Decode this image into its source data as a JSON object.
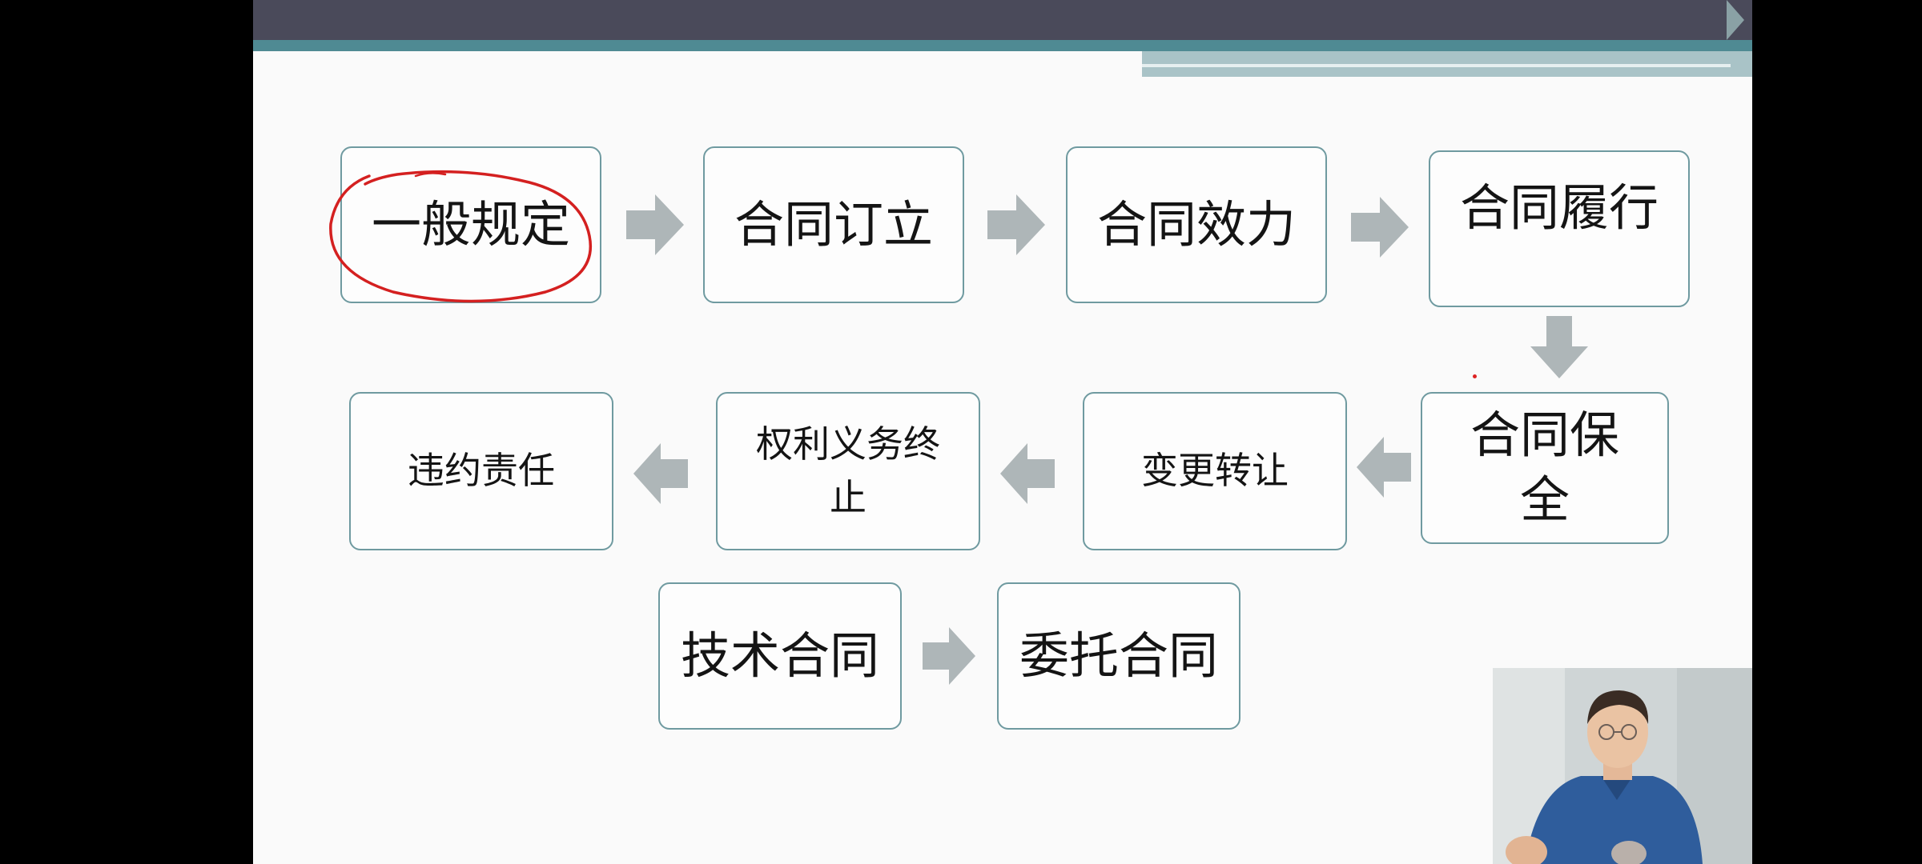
{
  "slide": {
    "row1": [
      "一般规定",
      "合同订立",
      "合同效力",
      "合同履行"
    ],
    "row2": {
      "contract_preservation": [
        "合同保",
        "全"
      ],
      "change_transfer": "变更转让",
      "termination": [
        "权利义务终",
        "止"
      ],
      "breach": "违约责任"
    },
    "row3": [
      "技术合同",
      "委托合同"
    ]
  },
  "colors": {
    "box_border": "#6f9aa0",
    "arrow": "#aeb6b8",
    "annotation": "#d42020"
  },
  "icons": [
    "arrow-right-icon",
    "arrow-down-icon",
    "arrow-left-icon",
    "presenter-webcam"
  ]
}
